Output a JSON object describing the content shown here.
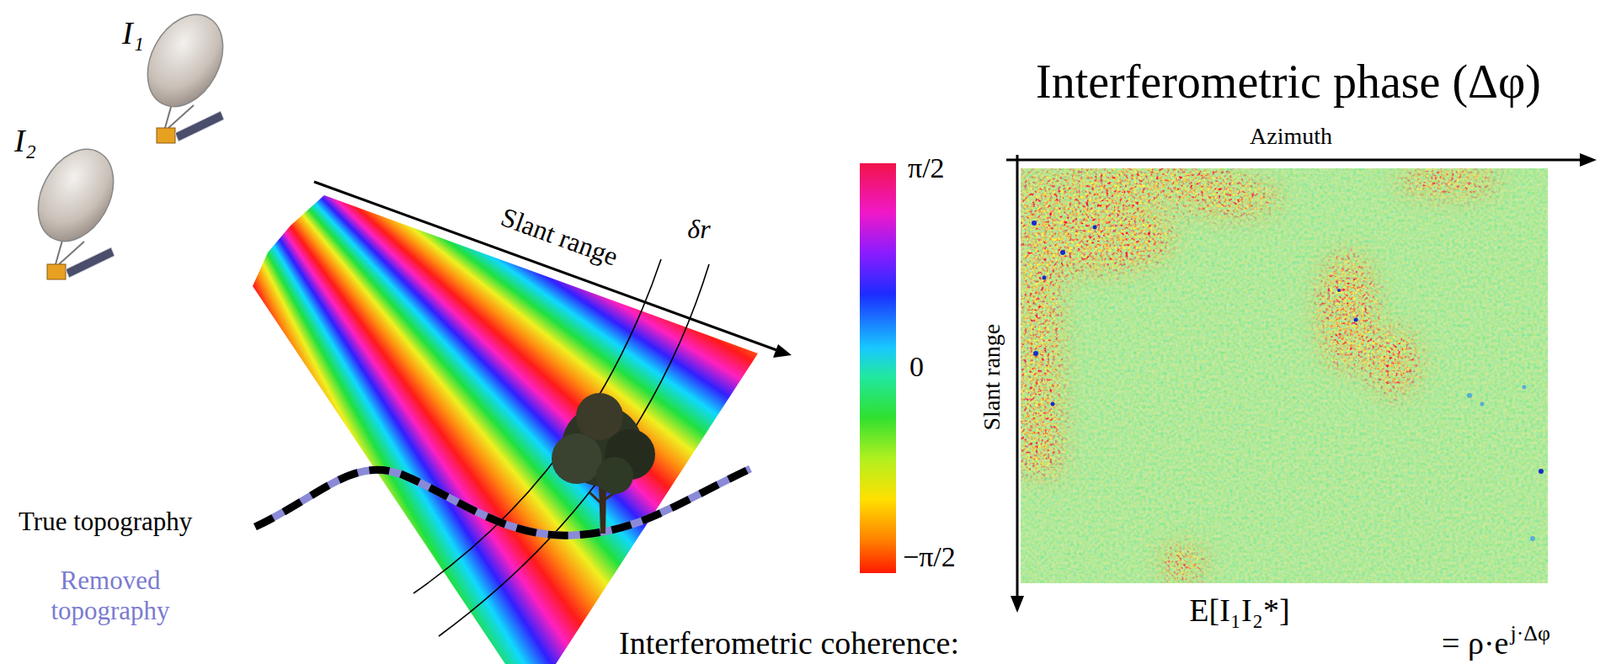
{
  "diagram": {
    "title": "Interferometric phase (Δφ)",
    "labels": [
      "I₁",
      "I₂",
      "Slant range",
      "δr",
      "True topography",
      "Removed topography",
      "π/2",
      "0",
      "−π/2",
      "Azimuth",
      "Slant range",
      "Interferometric coherence:",
      "E[I₁I₂*]",
      "= ρ·e",
      "j·Δφ"
    ]
  }
}
